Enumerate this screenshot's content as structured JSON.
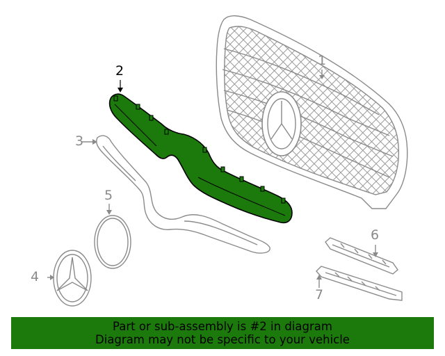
{
  "callouts": {
    "c1": "1",
    "c2": "2",
    "c3": "3",
    "c4": "4",
    "c5": "5",
    "c6": "6",
    "c7": "7"
  },
  "highlight_part": "2",
  "colors": {
    "highlight_fill": "#1c7a0c",
    "banner_bg": "#1c7a0c",
    "line_gray": "#8a8a8a"
  },
  "banner": {
    "line1": "Part or sub-assembly is #2 in diagram",
    "line2": "Diagram may not be specific to your vehicle"
  }
}
